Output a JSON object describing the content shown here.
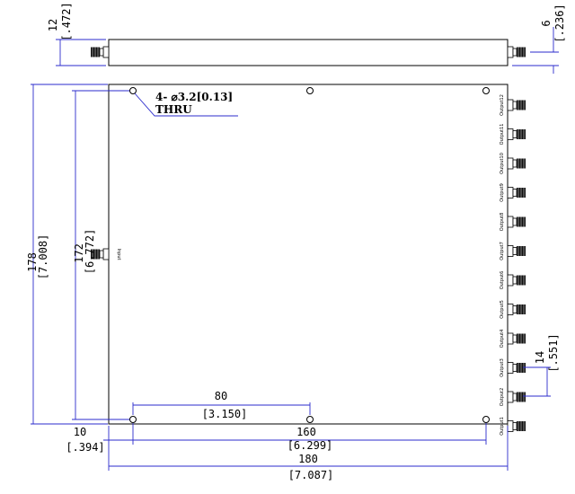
{
  "colors": {
    "body": "#000000",
    "dimension": "#2b2bcc",
    "background": "#ffffff"
  },
  "side_view": {
    "height_mm": "12",
    "height_in": "[.472]",
    "connector_offset_mm": "6",
    "connector_offset_in": "[.236]"
  },
  "note": {
    "line1": "4- ⌀3.2[0.13]",
    "line2": "THRU"
  },
  "overall_height": {
    "mm": "178",
    "in": "[7.008]"
  },
  "hole_height": {
    "mm": "172",
    "in": "[6.772]"
  },
  "hole_spacing_short": {
    "mm": "80",
    "in": "[3.150]"
  },
  "edge_offset": {
    "mm": "10",
    "in": "[.394]"
  },
  "hole_spacing_long": {
    "mm": "160",
    "in": "[6.299]"
  },
  "overall_width": {
    "mm": "180",
    "in": "[7.087]"
  },
  "port_pitch": {
    "mm": "14",
    "in": "[.551]"
  },
  "input_label": "Input",
  "outputs": [
    "Output12",
    "Output11",
    "Output10",
    "Output9",
    "Output8",
    "Output7",
    "Output6",
    "Output5",
    "Output4",
    "Output3",
    "Output2",
    "Output1"
  ]
}
